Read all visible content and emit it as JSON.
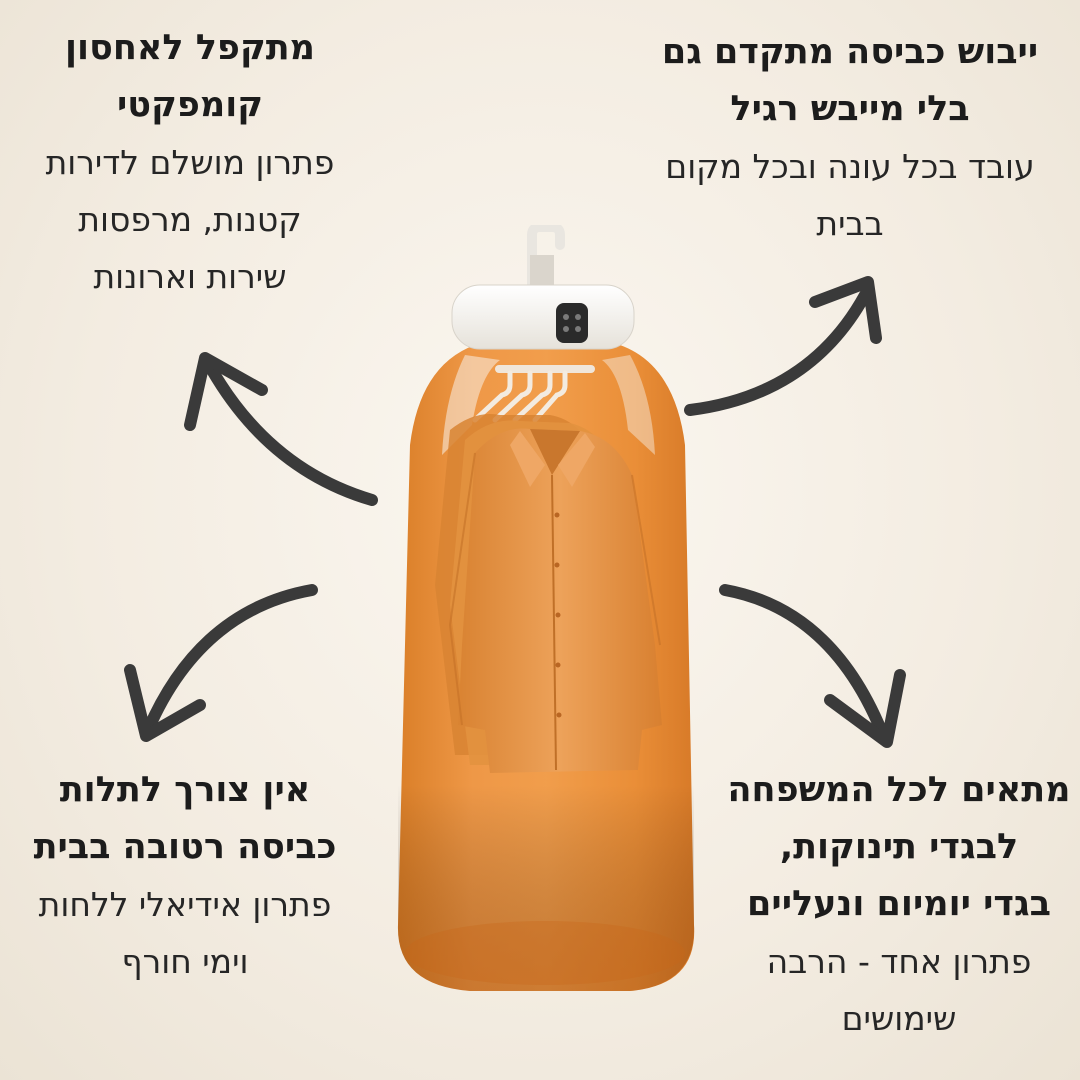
{
  "features": {
    "top_left": {
      "title_lines": [
        "מתקפל לאחסון",
        "קומפקטי"
      ],
      "body_lines": [
        "פתרון מושלם לדירות",
        "קטנות, מרפסות",
        "שירות וארונות"
      ]
    },
    "top_right": {
      "title_lines": [
        "ייבוש כביסה מתקדם גם",
        "בלי מייבש רגיל"
      ],
      "body_lines": [
        "עובד בכל עונה ובכל מקום",
        "בבית"
      ]
    },
    "bottom_left": {
      "title_lines": [
        "אין צורך לתלות",
        "כביסה רטובה בבית"
      ],
      "body_lines": [
        "פתרון אידיאלי ללחות",
        "וימי חורף"
      ]
    },
    "bottom_right": {
      "title_lines": [
        "מתאים לכל המשפחה",
        "לבגדי תינוקות,",
        "בגדי יומיום ונעליים"
      ],
      "body_lines": [
        "פתרון אחד - הרבה",
        "שימושים"
      ]
    }
  },
  "colors": {
    "background": "#f5efe5",
    "arrow": "#3a3a3a",
    "bag_orange": "#e8892c",
    "shirt_orange": "#e6944a"
  },
  "icons": {
    "arrows": [
      "arrow-up-left-icon",
      "arrow-up-right-icon",
      "arrow-down-left-icon",
      "arrow-down-right-icon"
    ],
    "product": "clothes-dryer-bag-image"
  }
}
